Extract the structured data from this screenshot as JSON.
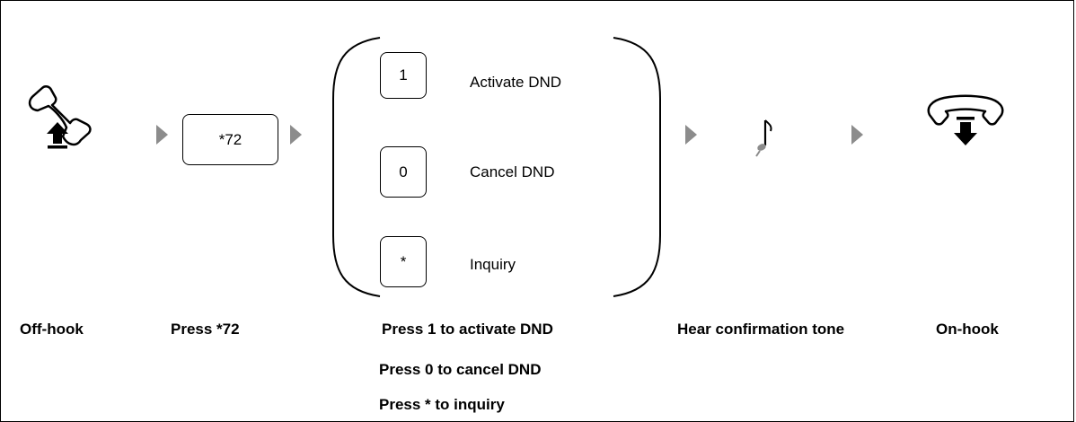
{
  "steps": {
    "off_hook": {
      "icon": "phone-off-hook-icon",
      "label": "Off-hook"
    },
    "dial": {
      "code": "*72",
      "label": "Press *72"
    },
    "options": {
      "activate": {
        "key": "1",
        "text": "Activate DND"
      },
      "cancel": {
        "key": "0",
        "text": "Cancel DND"
      },
      "inquiry": {
        "key": "*",
        "text": "Inquiry"
      },
      "labels": [
        "Press 1 to activate DND",
        "Press 0 to cancel DND",
        "Press * to inquiry"
      ]
    },
    "tone": {
      "icon": "music-note-icon",
      "label": "Hear confirmation tone"
    },
    "on_hook": {
      "icon": "phone-on-hook-icon",
      "label": "On-hook"
    }
  },
  "colors": {
    "arrow": "#8c8c8c",
    "line": "#000000",
    "background": "#ffffff"
  }
}
